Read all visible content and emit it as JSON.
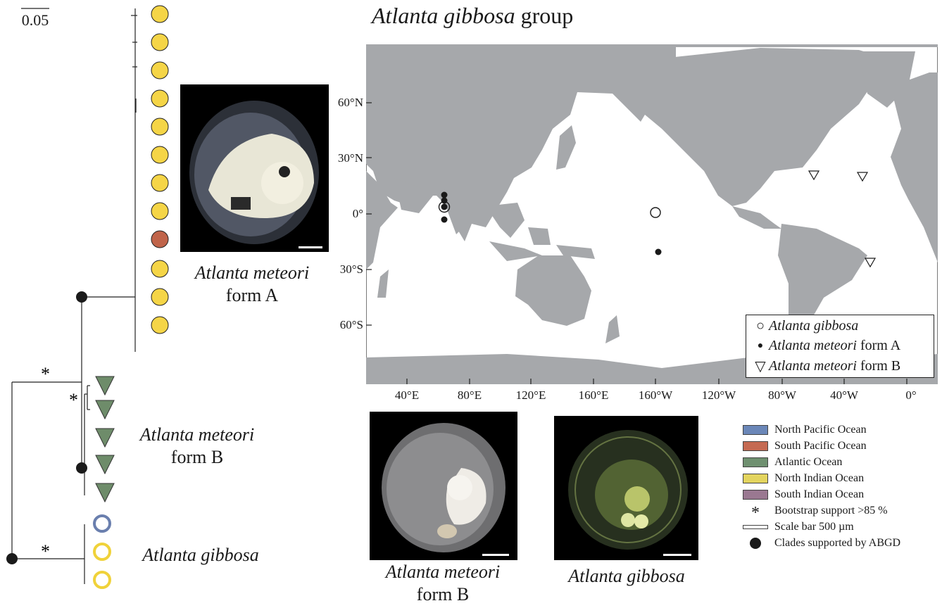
{
  "tree": {
    "scale_label": "0.05",
    "asterisk": "*",
    "labels": {
      "form_a_line1": "Atlanta meteori",
      "form_a_line2": "form A",
      "form_b_line1": "Atlanta meteori",
      "form_b_line2": "form B",
      "gibbosa": "Atlanta gibbosa"
    },
    "tips": [
      {
        "shape": "circle",
        "color": "#f5d547"
      },
      {
        "shape": "circle",
        "color": "#f5d547"
      },
      {
        "shape": "circle",
        "color": "#f5d547"
      },
      {
        "shape": "circle",
        "color": "#f5d547"
      },
      {
        "shape": "circle",
        "color": "#f5d547"
      },
      {
        "shape": "circle",
        "color": "#f5d547"
      },
      {
        "shape": "circle",
        "color": "#f5d547"
      },
      {
        "shape": "circle",
        "color": "#f5d547"
      },
      {
        "shape": "circle",
        "color": "#c0644a"
      },
      {
        "shape": "circle",
        "color": "#f5d547"
      },
      {
        "shape": "circle",
        "color": "#f5d547"
      },
      {
        "shape": "circle",
        "color": "#f5d547"
      },
      {
        "shape": "triangle",
        "color": "#6e8c6a"
      },
      {
        "shape": "triangle",
        "color": "#6e8c6a"
      },
      {
        "shape": "triangle",
        "color": "#6e8c6a"
      },
      {
        "shape": "triangle",
        "color": "#6e8c6a"
      },
      {
        "shape": "triangle",
        "color": "#6e8c6a"
      },
      {
        "shape": "ring",
        "color": "#6a7fae"
      },
      {
        "shape": "ring",
        "color": "#f0d23a"
      },
      {
        "shape": "ring",
        "color": "#f0d23a"
      }
    ]
  },
  "map": {
    "title_italic": "Atlanta gibbosa",
    "title_rest": " group",
    "lat_labels": [
      {
        "text": "60°N"
      },
      {
        "text": "30°N"
      },
      {
        "text": "0°"
      },
      {
        "text": "30°S"
      },
      {
        "text": "60°S"
      }
    ],
    "lon_labels": [
      {
        "text": "40°E"
      },
      {
        "text": "80°E"
      },
      {
        "text": "120°E"
      },
      {
        "text": "160°E"
      },
      {
        "text": "160°W"
      },
      {
        "text": "120°W"
      },
      {
        "text": "80°W"
      },
      {
        "text": "40°W"
      },
      {
        "text": "0°"
      }
    ],
    "legend": [
      {
        "symbol": "○",
        "italic": "Atlanta gibbosa",
        "rest": ""
      },
      {
        "symbol": "●",
        "italic": "Atlanta meteori",
        "rest": " form A"
      },
      {
        "symbol": "▽",
        "italic": "Atlanta meteori",
        "rest": " form B"
      }
    ],
    "land_color": "#a6a8ab"
  },
  "photos": {
    "form_a_caption_line1": "Atlanta meteori",
    "form_a_caption_line2": "form A",
    "form_b_caption_line1": "Atlanta meteori",
    "form_b_caption_line2": "form B",
    "gibbosa_caption": "Atlanta gibbosa"
  },
  "key": [
    {
      "type": "swatch",
      "color": "#6b87b8",
      "text": "North Pacific Ocean"
    },
    {
      "type": "swatch",
      "color": "#c56a52",
      "text": "South Pacific Ocean"
    },
    {
      "type": "swatch",
      "color": "#6f9070",
      "text": "Atlantic Ocean"
    },
    {
      "type": "swatch",
      "color": "#e3d45e",
      "text": "North Indian Ocean"
    },
    {
      "type": "swatch",
      "color": "#9a7891",
      "text": "South Indian Ocean"
    },
    {
      "type": "asterisk",
      "glyph": "*",
      "text": "Bootstrap support >85 %"
    },
    {
      "type": "scalebar",
      "text": "Scale bar 500 µm"
    },
    {
      "type": "dot",
      "text": "Clades supported by ABGD"
    }
  ]
}
